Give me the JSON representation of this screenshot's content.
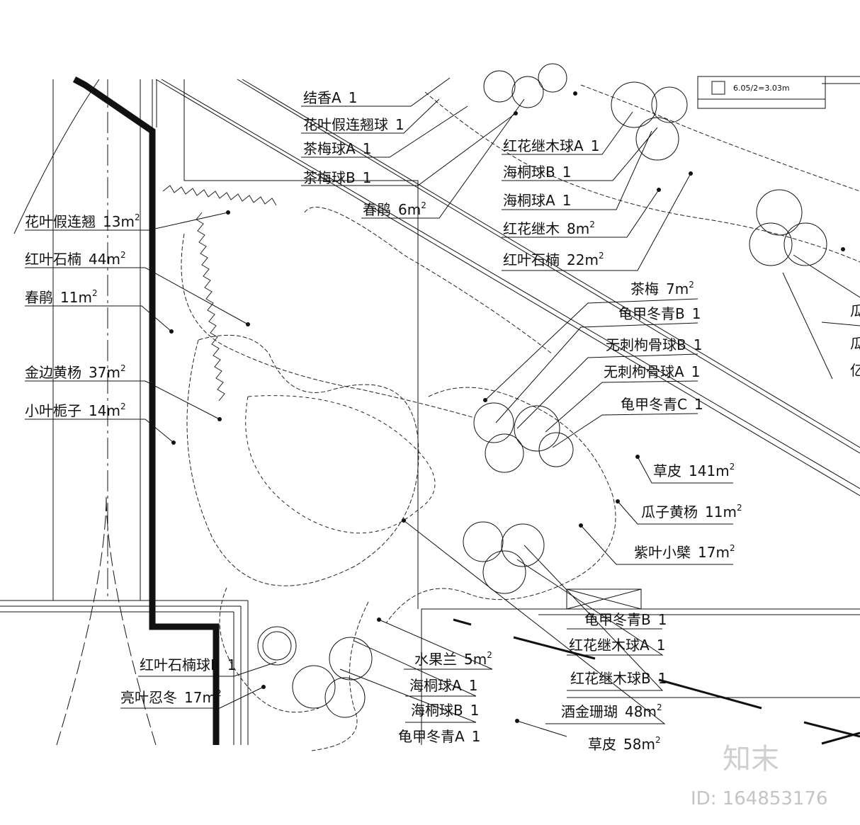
{
  "title_block": {
    "dimension_note": "6.05/2=3.03m"
  },
  "labels_left": [
    {
      "id": "hyjlq",
      "name": "花叶假连翘",
      "qty": "13m",
      "sup": "2"
    },
    {
      "id": "hysn",
      "name": "红叶石楠",
      "qty": "44m",
      "sup": "2"
    },
    {
      "id": "cj",
      "name": "春鹃",
      "qty": "11m",
      "sup": "2"
    },
    {
      "id": "jbhy",
      "name": "金边黄杨",
      "qty": "37m",
      "sup": "2"
    },
    {
      "id": "xyzz",
      "name": "小叶栀子",
      "qty": "14m",
      "sup": "2"
    }
  ],
  "labels_top_center": [
    {
      "id": "jx",
      "name": "结香A",
      "qty": "1",
      "sup": ""
    },
    {
      "id": "hyjlqq",
      "name": "花叶假连翘球",
      "qty": "1",
      "sup": ""
    },
    {
      "id": "cmqa",
      "name": "茶梅球A",
      "qty": "1",
      "sup": ""
    },
    {
      "id": "cmqb",
      "name": "茶梅球B",
      "qty": "1",
      "sup": ""
    },
    {
      "id": "cj6",
      "name": "春鹃",
      "qty": "6m",
      "sup": "2"
    }
  ],
  "labels_top_right": [
    {
      "id": "hhjmqa",
      "name": "红花继木球A",
      "qty": "1",
      "sup": ""
    },
    {
      "id": "htqb",
      "name": "海桐球B",
      "qty": "1",
      "sup": ""
    },
    {
      "id": "htqa",
      "name": "海桐球A",
      "qty": "1",
      "sup": ""
    },
    {
      "id": "hhjm",
      "name": "红花继木",
      "qty": "8m",
      "sup": "2"
    },
    {
      "id": "hysn22",
      "name": "红叶石楠",
      "qty": "22m",
      "sup": "2"
    }
  ],
  "labels_mid_right": [
    {
      "id": "cm7",
      "name": "茶梅",
      "qty": "7m",
      "sup": "2"
    },
    {
      "id": "gjdqb",
      "name": "龟甲冬青B",
      "qty": "1",
      "sup": ""
    },
    {
      "id": "wcggqb",
      "name": "无刺枸骨球B",
      "qty": "1",
      "sup": ""
    },
    {
      "id": "wcggqa",
      "name": "无刺枸骨球A",
      "qty": "1",
      "sup": ""
    },
    {
      "id": "gjdqc",
      "name": "龟甲冬青C",
      "qty": "1",
      "sup": ""
    }
  ],
  "labels_right": [
    {
      "id": "cp141",
      "name": "草皮",
      "qty": "141m",
      "sup": "2"
    },
    {
      "id": "gzhy",
      "name": "瓜子黄杨",
      "qty": "11m",
      "sup": "2"
    },
    {
      "id": "zyxb",
      "name": "紫叶小檗",
      "qty": "17m",
      "sup": "2"
    }
  ],
  "labels_bottom_right": [
    {
      "id": "gjdqb2",
      "name": "龟甲冬青B",
      "qty": "1",
      "sup": ""
    },
    {
      "id": "hhjmqa2",
      "name": "红花继木球A",
      "qty": "1",
      "sup": ""
    },
    {
      "id": "hhjmqb",
      "name": "红花继木球B",
      "qty": "1",
      "sup": ""
    },
    {
      "id": "jjsh",
      "name": "酒金珊瑚",
      "qty": "48m",
      "sup": "2"
    },
    {
      "id": "cp58",
      "name": "草皮",
      "qty": "58m",
      "sup": "2"
    }
  ],
  "labels_bottom_center": [
    {
      "id": "sgl",
      "name": "水果兰",
      "qty": "5m",
      "sup": "2"
    },
    {
      "id": "htqa2",
      "name": "海桐球A",
      "qty": "1",
      "sup": ""
    },
    {
      "id": "htqb2",
      "name": "海桐球B",
      "qty": "1",
      "sup": ""
    },
    {
      "id": "gjdqa",
      "name": "龟甲冬青A",
      "qty": "1",
      "sup": ""
    }
  ],
  "labels_bottom_left": [
    {
      "id": "hysnqb",
      "name": "红叶石楠球B",
      "qty": "1",
      "sup": ""
    },
    {
      "id": "lyrd",
      "name": "亮叶忍冬",
      "qty": "17m",
      "sup": "2"
    }
  ],
  "labels_edge_right": [
    {
      "id": "e1",
      "name": "瓜",
      "qty": "",
      "sup": ""
    },
    {
      "id": "e2",
      "name": "瓜",
      "qty": "",
      "sup": ""
    },
    {
      "id": "e3",
      "name": "亿",
      "qty": "",
      "sup": ""
    }
  ],
  "watermark": {
    "brand": "知末",
    "id_text": "ID: 164853176"
  }
}
